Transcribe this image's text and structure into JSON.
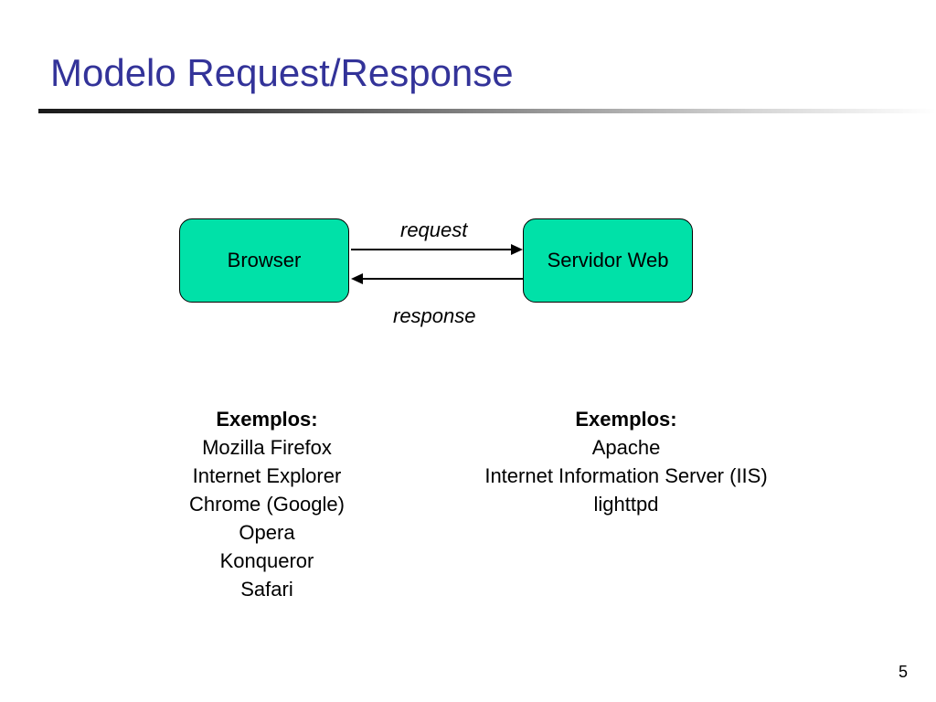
{
  "slide": {
    "title": "Modelo Request/Response",
    "page_number": "5"
  },
  "diagram": {
    "client_label": "Browser",
    "server_label": "Servidor Web",
    "request_label": "request",
    "response_label": "response"
  },
  "examples": {
    "client": {
      "heading": "Exemplos:",
      "items": [
        "Mozilla Firefox",
        "Internet Explorer",
        "Chrome (Google)",
        "Opera",
        "Konqueror",
        "Safari"
      ]
    },
    "server": {
      "heading": "Exemplos:",
      "items": [
        "Apache",
        "Internet Information Server (IIS)",
        "lighttpd"
      ]
    }
  },
  "colors": {
    "title": "#333399",
    "box_fill": "#00e1a8"
  }
}
